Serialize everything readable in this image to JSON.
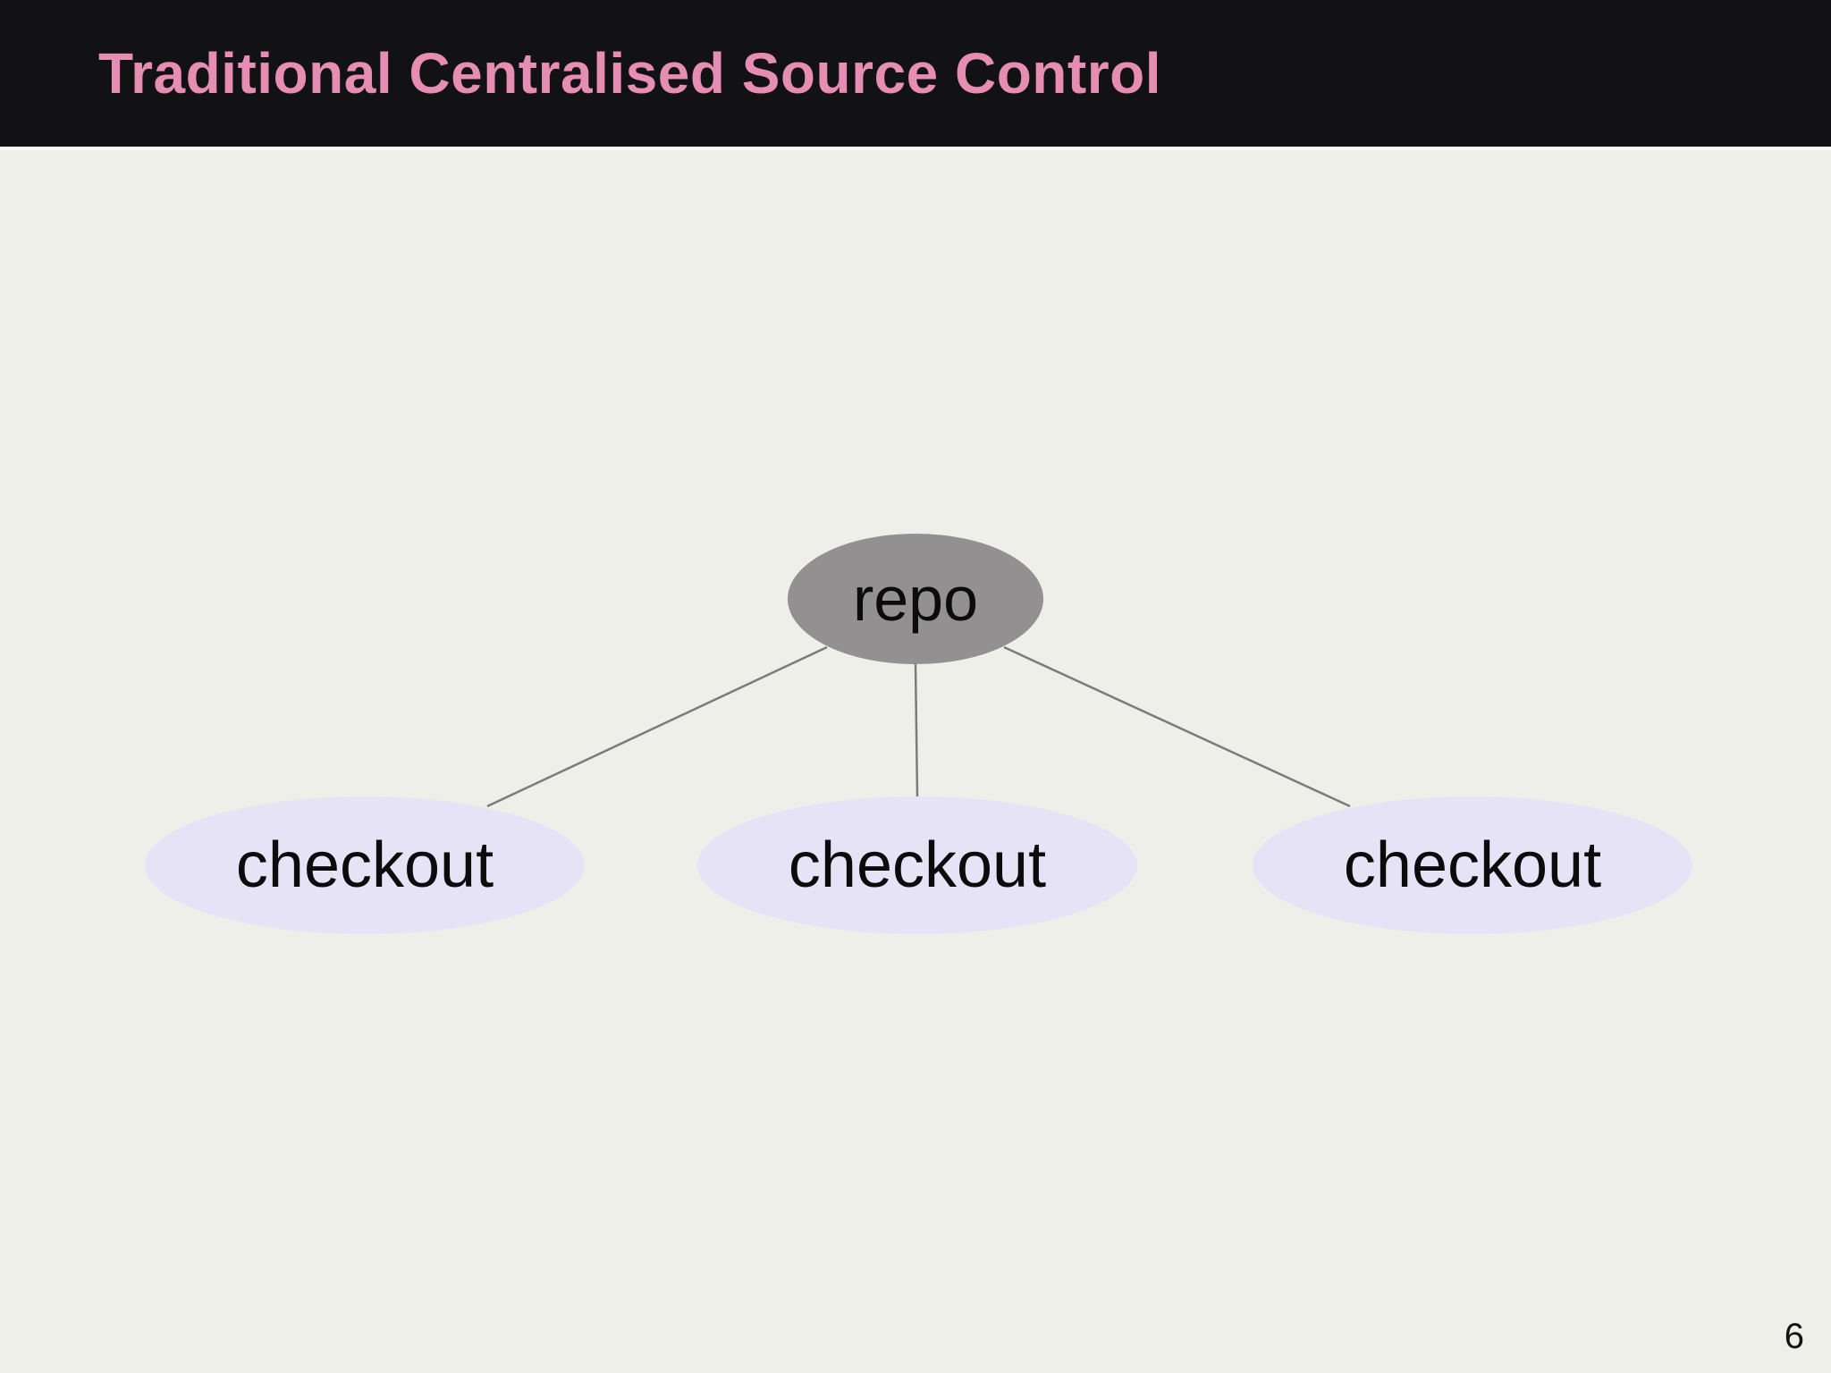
{
  "slide": {
    "title": "Traditional Centralised Source Control",
    "page_number": "6"
  },
  "diagram": {
    "type": "tree",
    "root": {
      "id": "repo",
      "label": "repo"
    },
    "children": [
      {
        "id": "checkout-1",
        "label": "checkout"
      },
      {
        "id": "checkout-2",
        "label": "checkout"
      },
      {
        "id": "checkout-3",
        "label": "checkout"
      }
    ],
    "edges": [
      {
        "from": "repo",
        "to": "checkout-1"
      },
      {
        "from": "repo",
        "to": "checkout-2"
      },
      {
        "from": "repo",
        "to": "checkout-3"
      }
    ]
  },
  "colors": {
    "slide_bg": "#efefe9",
    "header_bg": "#121113",
    "title_text": "#e58db3",
    "repo_fill": "#929090",
    "checkout_fill": "#e6e3f7",
    "edge_stroke": "#7b7b7b",
    "node_text": "#0b0b0b"
  }
}
